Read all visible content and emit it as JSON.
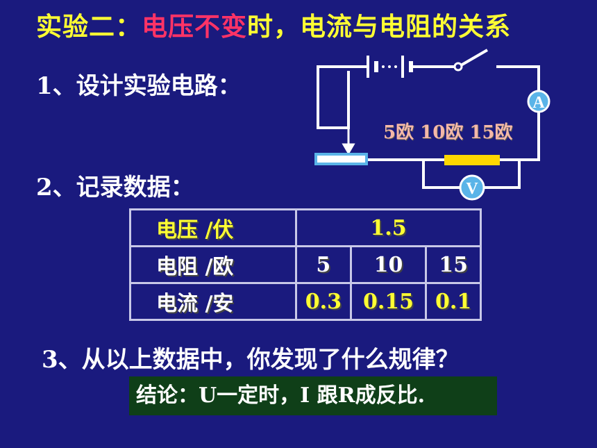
{
  "title": {
    "part1": "实验二：",
    "part2": "电压不变",
    "part3": "时，电流与电阻的关系"
  },
  "steps": {
    "s1": "1、设计实验电路：",
    "s2": "2、记录数据：",
    "s3": "3、从以上数据中，你发现了什么规律？"
  },
  "circuit": {
    "resistor_label": "5欧 10欧 15欧",
    "ammeter": "A",
    "voltmeter": "V"
  },
  "table": {
    "voltage_label": "电压 /伏",
    "voltage_value": "1.5",
    "resistance_label": "电阻 /欧",
    "resistance_values": [
      "5",
      "10",
      "15"
    ],
    "current_label": "电流 /安",
    "current_values": [
      "0.3",
      "0.15",
      "0.1"
    ]
  },
  "conclusion": "结论：U一定时，I 跟R成反比.",
  "colors": {
    "background": "#1a1a7e",
    "title_yellow": "#ffff33",
    "title_red": "#ff3366",
    "conclusion_bg": "#0f3f18",
    "resistor_yellow": "#ffd700",
    "meter_fill": "#5ab4e8"
  }
}
